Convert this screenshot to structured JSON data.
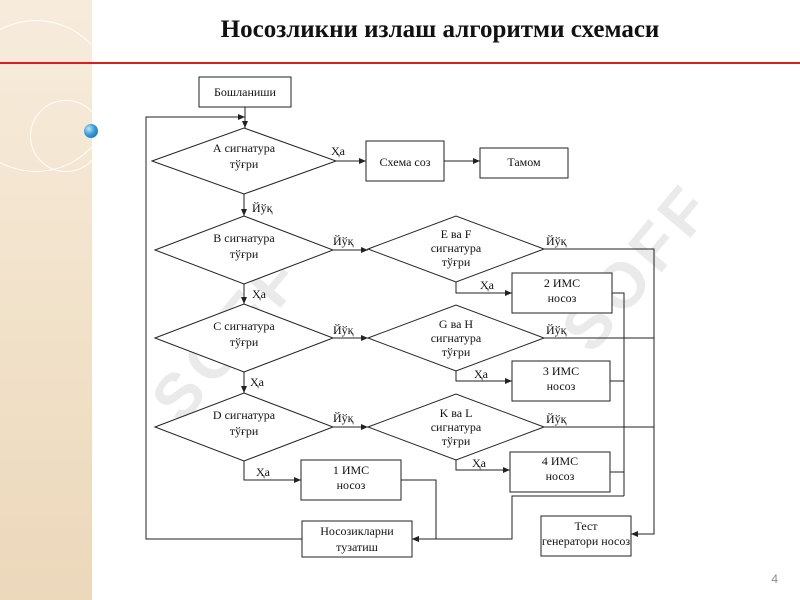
{
  "title": "Носозликни излаш алгоритми схемаси",
  "page_number": "4",
  "watermark_text": "SOFF",
  "nodes": {
    "start": "Бошланиши",
    "a_line1": "А сигнатура",
    "a_line2": "тўғри",
    "scheme": "Схема соз",
    "end": "Тамом",
    "b_line1": "В сигнатура",
    "b_line2": "тўғри",
    "c_line1": "С сигнатура",
    "c_line2": "тўғри",
    "d_line1": "D сигнатура",
    "d_line2": "тўғри",
    "ef_line1": "Е  ва F",
    "ef_line2": "сигнатура",
    "ef_line3": "тўғри",
    "gh_line1": "G ва H",
    "gh_line2": "сигнатура",
    "gh_line3": "тўғри",
    "kl_line1": "K  ва L",
    "kl_line2": "сигнатура",
    "kl_line3": "тўғри",
    "ims2_line1": "2 ИМС",
    "ims2_line2": "носоз",
    "ims3_line1": "3 ИМС",
    "ims3_line2": "носоз",
    "ims4_line1": "4 ИМС",
    "ims4_line2": "носоз",
    "ims1_line1": "1 ИМС",
    "ims1_line2": "носоз",
    "fix_line1": "Носозикларни",
    "fix_line2": "тузатиш",
    "test_line1": "Тест",
    "test_line2": "генератори носоз"
  },
  "edge_labels": {
    "yes": "Ҳа",
    "no": "Йўқ"
  }
}
